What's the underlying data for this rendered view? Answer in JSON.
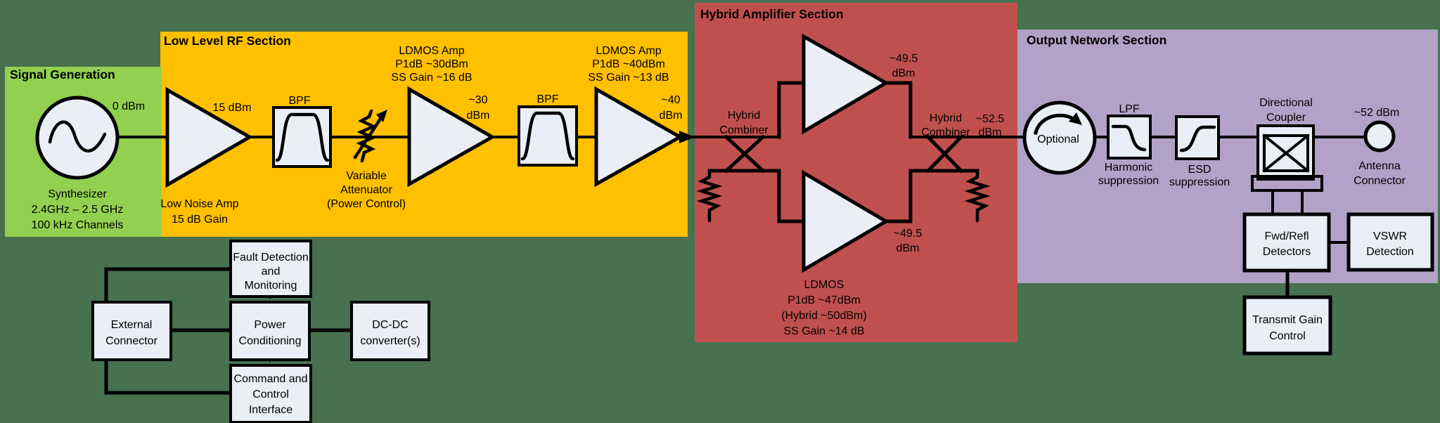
{
  "colors": {
    "background": "#47714f",
    "signal_generation": "#92d050",
    "low_level_rf": "#ffc000",
    "hybrid_amplifier": "#c0504d",
    "output_network": "#b2a2c7",
    "shape_fill": "#e9eef7",
    "line": "#000000"
  },
  "sections": {
    "signal_generation": {
      "title": "Signal Generation"
    },
    "low_level_rf": {
      "title": "Low Level RF Section"
    },
    "hybrid_amplifier": {
      "title": "Hybrid Amplifier Section"
    },
    "output_network": {
      "title": "Output Network Section"
    }
  },
  "signal_generation": {
    "output_level": "0 dBm",
    "synthesizer": [
      "Synthesizer",
      "2.4GHz – 2.5 GHz",
      "100 kHz Channels"
    ]
  },
  "low_level_rf": {
    "lna_level": "15 dBm",
    "lna_caption": [
      "Low Noise Amp",
      "15 dB Gain"
    ],
    "bpf1": "BPF",
    "attenuator": [
      "Variable",
      "Attenuator",
      "(Power Control)"
    ],
    "ldmos1_caption": [
      "LDMOS Amp",
      "P1dB ~30dBm",
      "SS Gain ~16 dB"
    ],
    "ldmos1_level": [
      "~30",
      "dBm"
    ],
    "bpf2": "BPF",
    "ldmos2_caption": [
      "LDMOS Amp",
      "P1dB ~40dBm",
      "SS Gain ~13 dB"
    ],
    "ldmos2_level": [
      "~40",
      "dBm"
    ]
  },
  "hybrid_amplifier": {
    "combiner_in": [
      "Hybrid",
      "Combiner"
    ],
    "combiner_out": [
      "Hybrid",
      "Combiner"
    ],
    "top_amp_level": [
      "~49.5",
      "dBm"
    ],
    "bottom_amp_level": [
      "~49.5",
      "dBm"
    ],
    "output_level": [
      "~52.5",
      "dBm"
    ],
    "ldmos_caption": [
      "LDMOS",
      "P1dB ~47dBm",
      "(Hybrid ~50dBm)",
      "SS Gain ~14 dB"
    ]
  },
  "output_network": {
    "circulator_label": "Optional",
    "lpf_label": "LPF",
    "lpf_caption": [
      "Harmonic",
      "suppression"
    ],
    "esd_caption": [
      "ESD",
      "suppression"
    ],
    "coupler_caption": [
      "Directional",
      "Coupler"
    ],
    "antenna_level": "~52 dBm",
    "antenna_caption": [
      "Antenna",
      "Connector"
    ],
    "fwd_refl_box": [
      "Fwd/Refl",
      "Detectors"
    ],
    "vswr_box": [
      "VSWR",
      "Detection"
    ],
    "tgc_box": [
      "Transmit Gain",
      "Control"
    ]
  },
  "power_control": {
    "fault_box": [
      "Fault Detection",
      "and",
      "Monitoring"
    ],
    "external_box": [
      "External",
      "Connector"
    ],
    "power_box": [
      "Power",
      "Conditioning"
    ],
    "dcdc_box": [
      "DC-DC",
      "converter(s)"
    ],
    "command_box": [
      "Command and",
      "Control",
      "Interface"
    ]
  }
}
